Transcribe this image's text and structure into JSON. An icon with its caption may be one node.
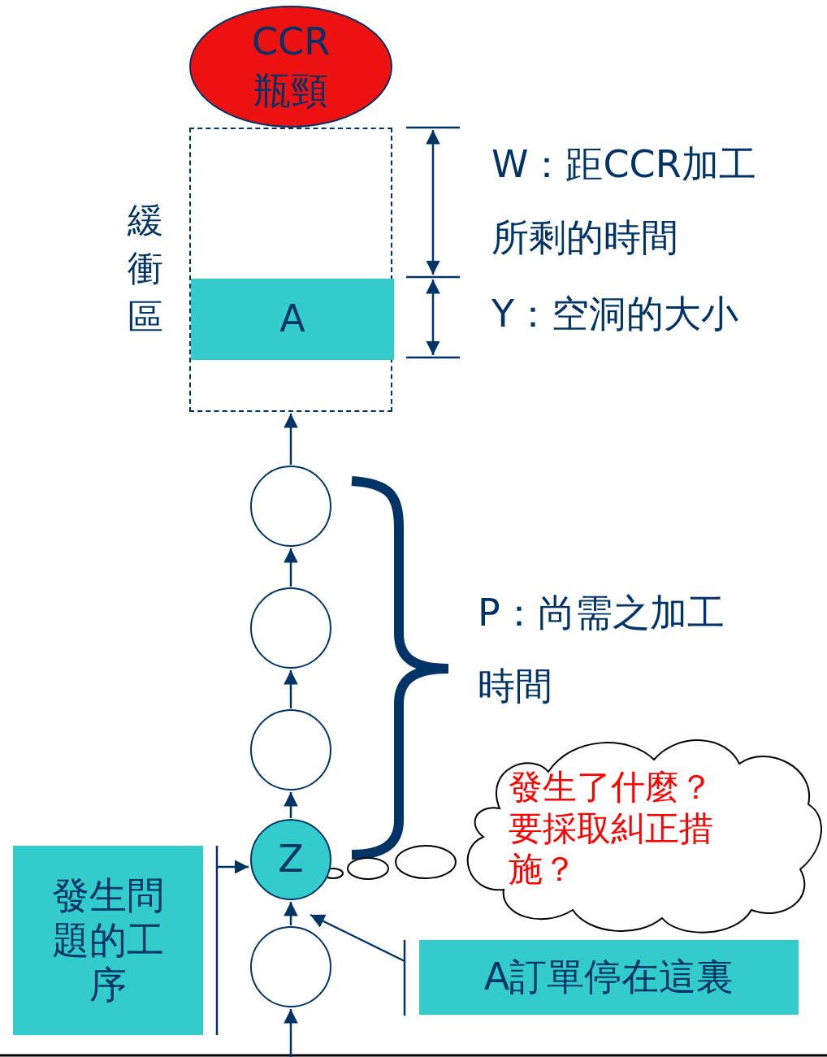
{
  "diagram": {
    "nodes": [
      {
        "text": [
          "CCR瓶頸"
        ]
      },
      {
        "text": [
          "緩衝區"
        ]
      },
      {
        "text": [
          "A"
        ],
        "in": 1
      },
      {
        "text": [],
        "shape": "circle"
      },
      {
        "text": [],
        "shape": "circle"
      },
      {
        "text": [],
        "shape": "circle"
      },
      {
        "text": [
          "Z"
        ]
      },
      {
        "text": [],
        "shape": "circle"
      },
      {
        "text": [
          "發生問題的工序"
        ]
      },
      {
        "text": [
          "A訂單停在這裏"
        ]
      },
      {
        "text": [
          "發生了什麼？要採取糾正措施？"
        ]
      }
    ],
    "edges": [
      {
        "from": null,
        "to": 7,
        "arrow": "to"
      },
      {
        "from": 7,
        "to": 6,
        "arrow": "to"
      },
      {
        "from": 6,
        "to": 5,
        "arrow": "to"
      },
      {
        "from": 5,
        "to": 4,
        "arrow": "to"
      },
      {
        "from": 4,
        "to": 3,
        "arrow": "to"
      },
      {
        "from": 3,
        "to": 1,
        "arrow": "to"
      },
      {
        "from": 8,
        "to": 6,
        "arrow": "to"
      },
      {
        "from": 9,
        "to": 6,
        "arrow": "to"
      }
    ],
    "labels": [
      "W：距CCR加工所剩的時間",
      "Y：空洞的大小",
      "P：尚需之加工時間"
    ]
  }
}
